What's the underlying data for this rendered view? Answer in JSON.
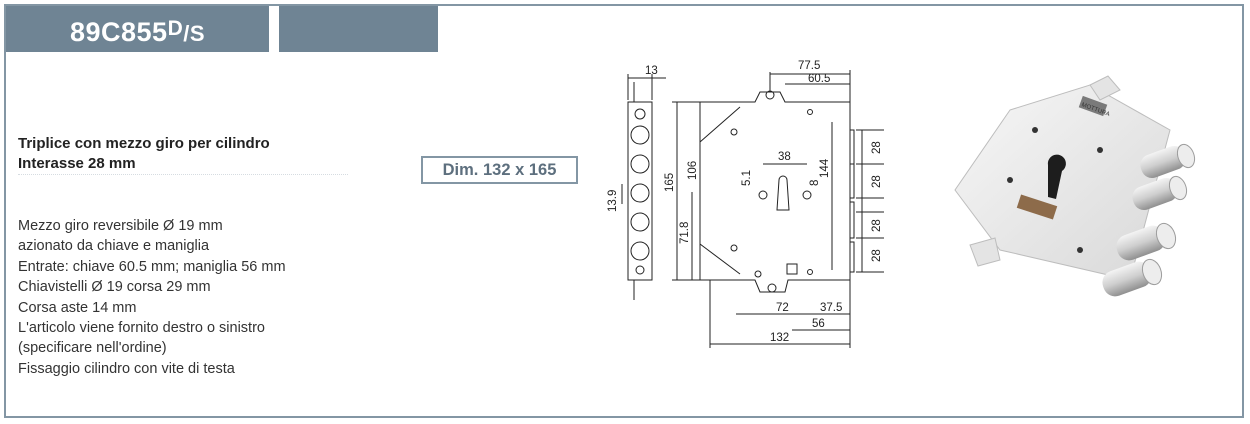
{
  "header": {
    "code_main": "89C855",
    "code_sup": "D",
    "code_suffix": "/S"
  },
  "subtitle": {
    "line1": "Triplice con mezzo giro per cilindro",
    "line2": "Interasse 28 mm"
  },
  "specs": [
    "Mezzo giro reversibile Ø 19 mm",
    "azionato da chiave e maniglia",
    "Entrate: chiave 60.5 mm; maniglia 56 mm",
    "Chiavistelli Ø 19 corsa 29 mm",
    "Corsa aste 14 mm",
    "L'articolo viene fornito destro o sinistro",
    "(specificare nell'ordine)",
    "Fissaggio cilindro con vite di testa"
  ],
  "dimensions_badge": "Dim. 132 x 165",
  "drawing_labels": {
    "front_width": "13",
    "pitch_side": "13.9",
    "top_outer": "77.5",
    "top_inner": "60.5",
    "cyl_spacing": "38",
    "offset_small": "5.1",
    "offset_8": "8",
    "height_144": "144",
    "height_165": "165",
    "height_106": "106",
    "height_71_8": "71.8",
    "pitch_28_a": "28",
    "pitch_28_b": "28",
    "pitch_28_c": "28",
    "pitch_28_d": "28",
    "bottom_72": "72",
    "bottom_37_5": "37.5",
    "bottom_56": "56",
    "bottom_132": "132"
  },
  "photo": {
    "brand_plate": "MOTTURA"
  },
  "colors": {
    "header_bg": "#6f8494",
    "frame": "#8396a4",
    "badge_text": "#5d6f7e"
  }
}
